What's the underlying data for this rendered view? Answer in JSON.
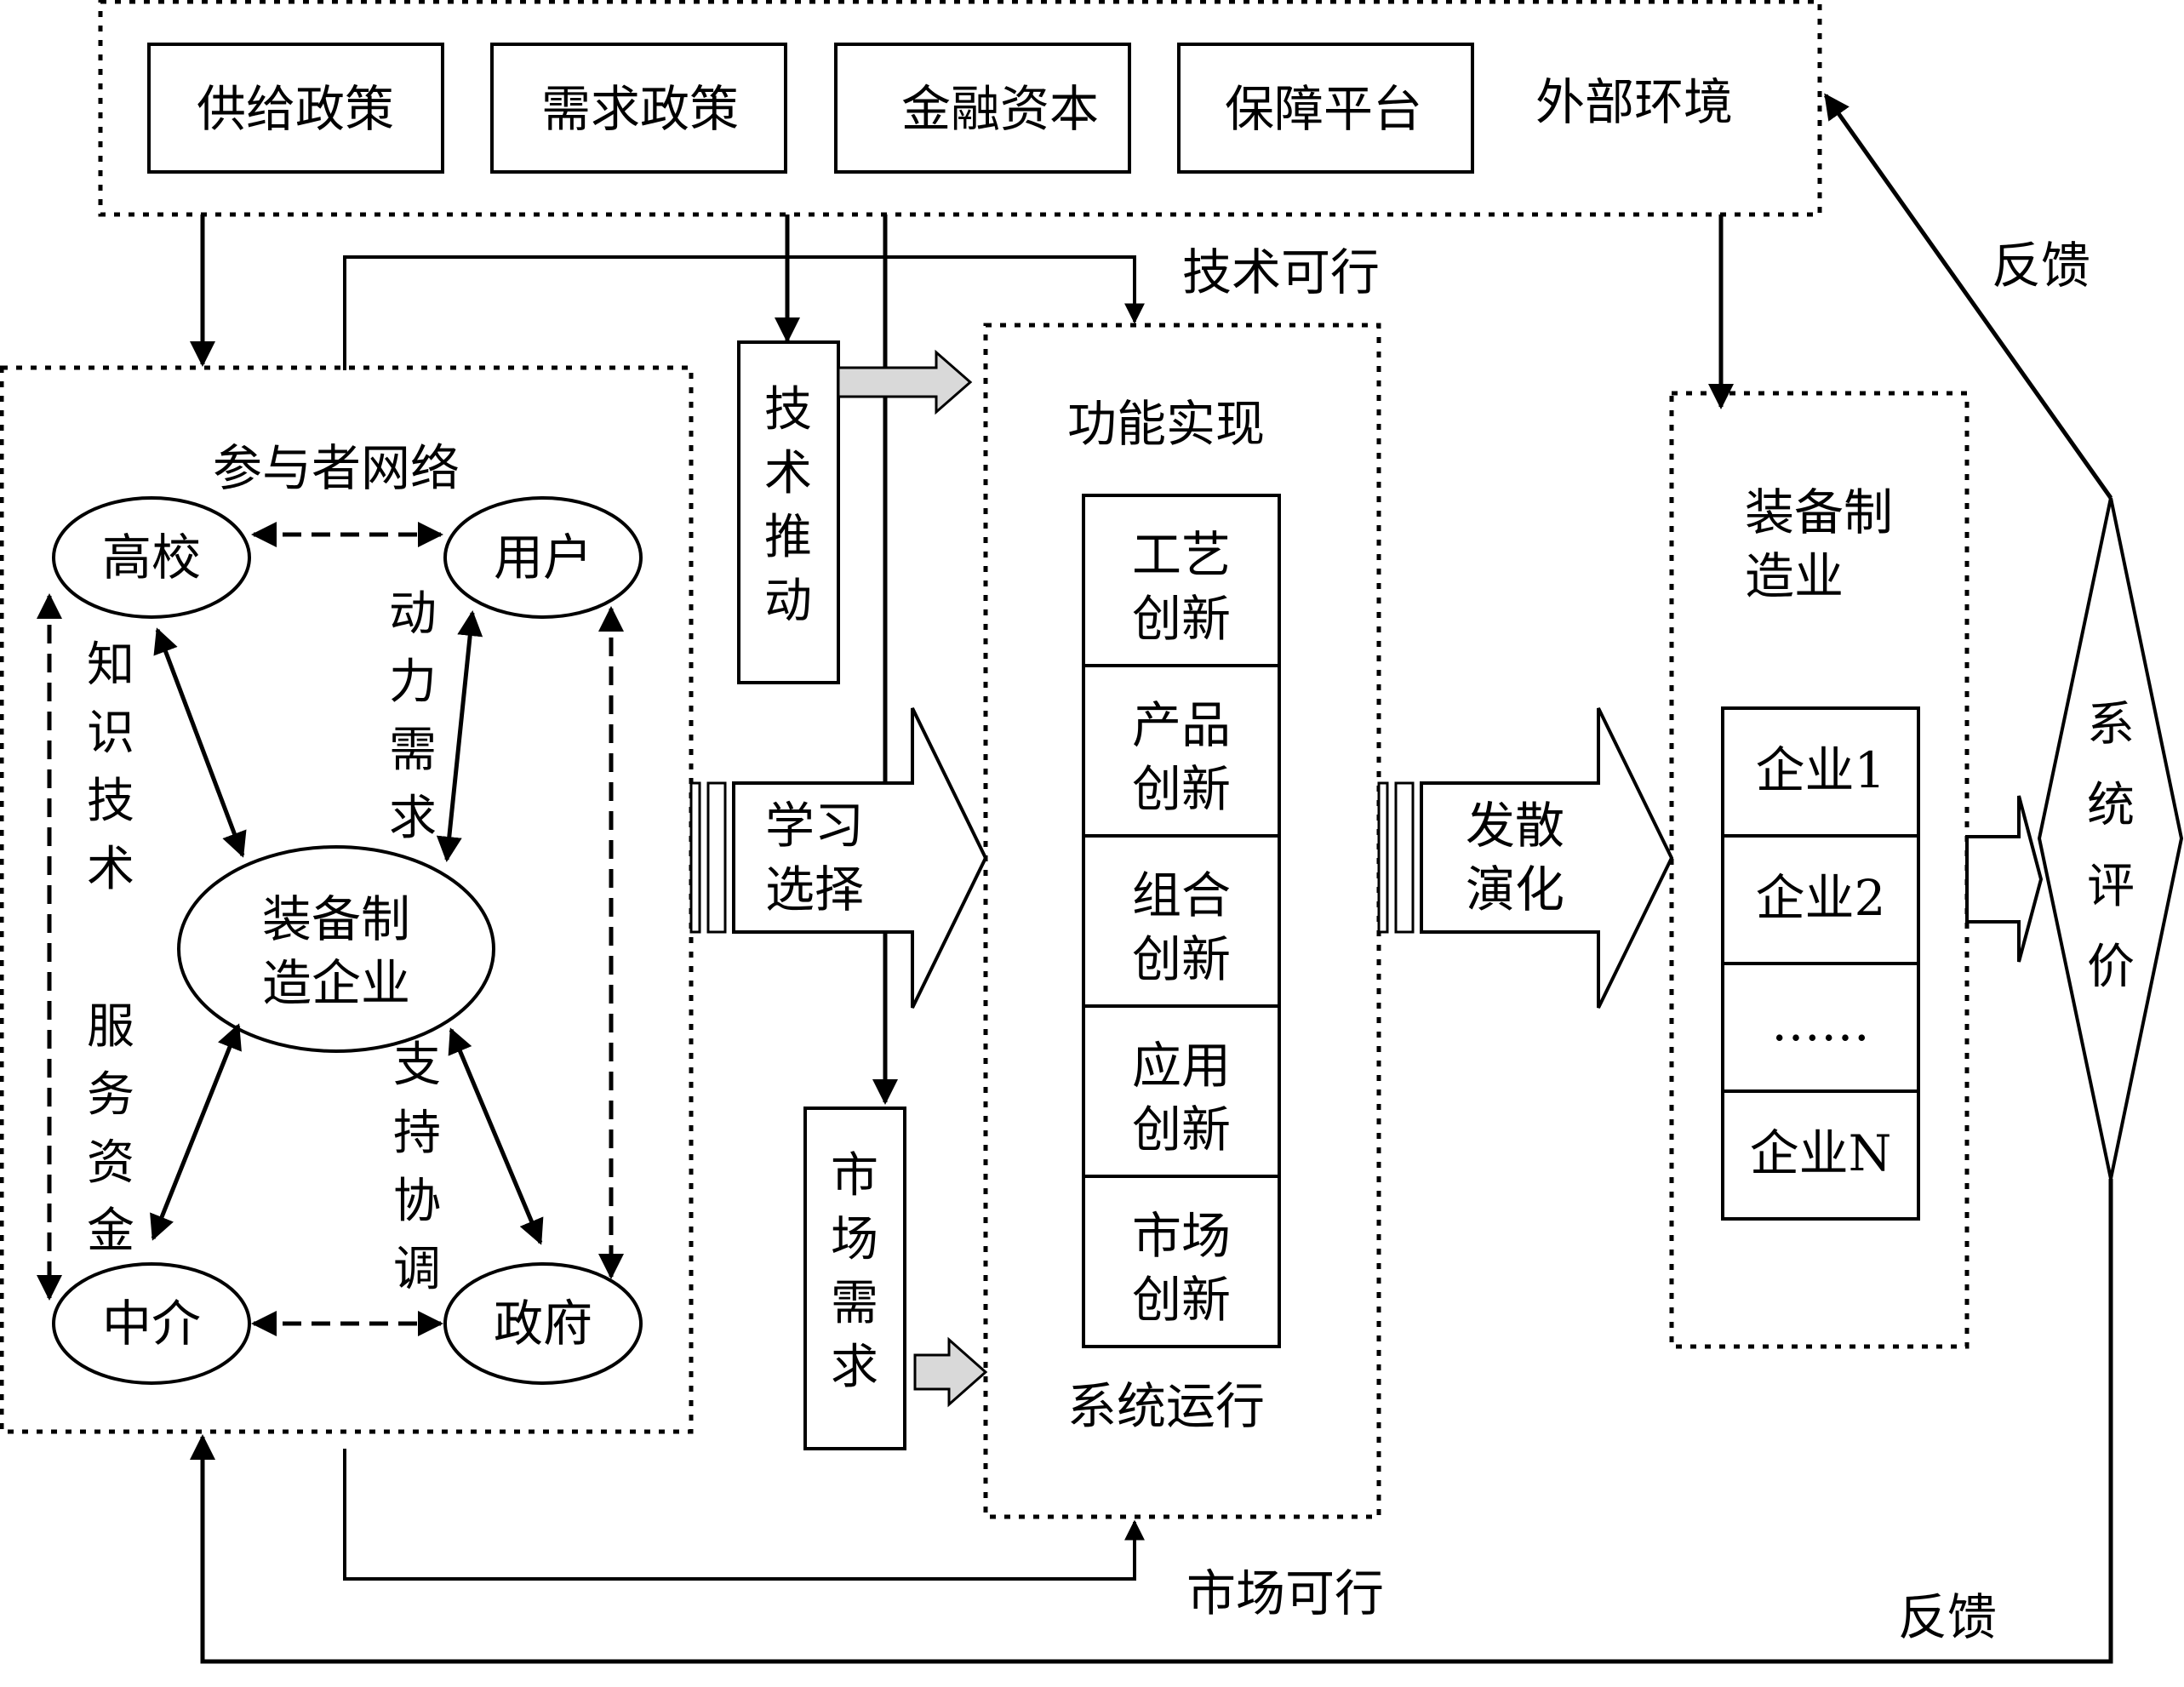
{
  "external_environment": {
    "label": "外部环境",
    "items": [
      "供给政策",
      "需求政策",
      "金融资本",
      "保障平台"
    ]
  },
  "participant_network": {
    "title": "参与者网络",
    "center": [
      "装备制",
      "造企业"
    ],
    "nodes": {
      "university": "高校",
      "user": "用户",
      "intermediary": "中介",
      "government": "政府"
    },
    "link_labels": {
      "knowledge_tech": "知识技术",
      "driving_demand": "动力需求",
      "service_capital": "服务资金",
      "support_coordination": "支持协调"
    }
  },
  "tech_push": "技术推动",
  "market_demand": "市场需求",
  "learning_selection": [
    "学习",
    "选择"
  ],
  "tech_feasible": "技术可行",
  "market_feasible": "市场可行",
  "function_realization": {
    "title": "功能实现",
    "footer": "系统运行",
    "items": [
      [
        "工艺",
        "创新"
      ],
      [
        "产品",
        "创新"
      ],
      [
        "组合",
        "创新"
      ],
      [
        "应用",
        "创新"
      ],
      [
        "市场",
        "创新"
      ]
    ]
  },
  "diffusion_evolution": [
    "发散",
    "演化"
  ],
  "equipment_industry": {
    "title": [
      "装备制",
      "造业"
    ],
    "enterprises": [
      "企业1",
      "企业2",
      "……",
      "企业N"
    ]
  },
  "system_evaluation": "系统评价",
  "feedback_top": "反馈",
  "feedback_bottom": "反馈",
  "colors": {
    "ink": "#000000",
    "arrow_fill": "#d9d9d9"
  }
}
